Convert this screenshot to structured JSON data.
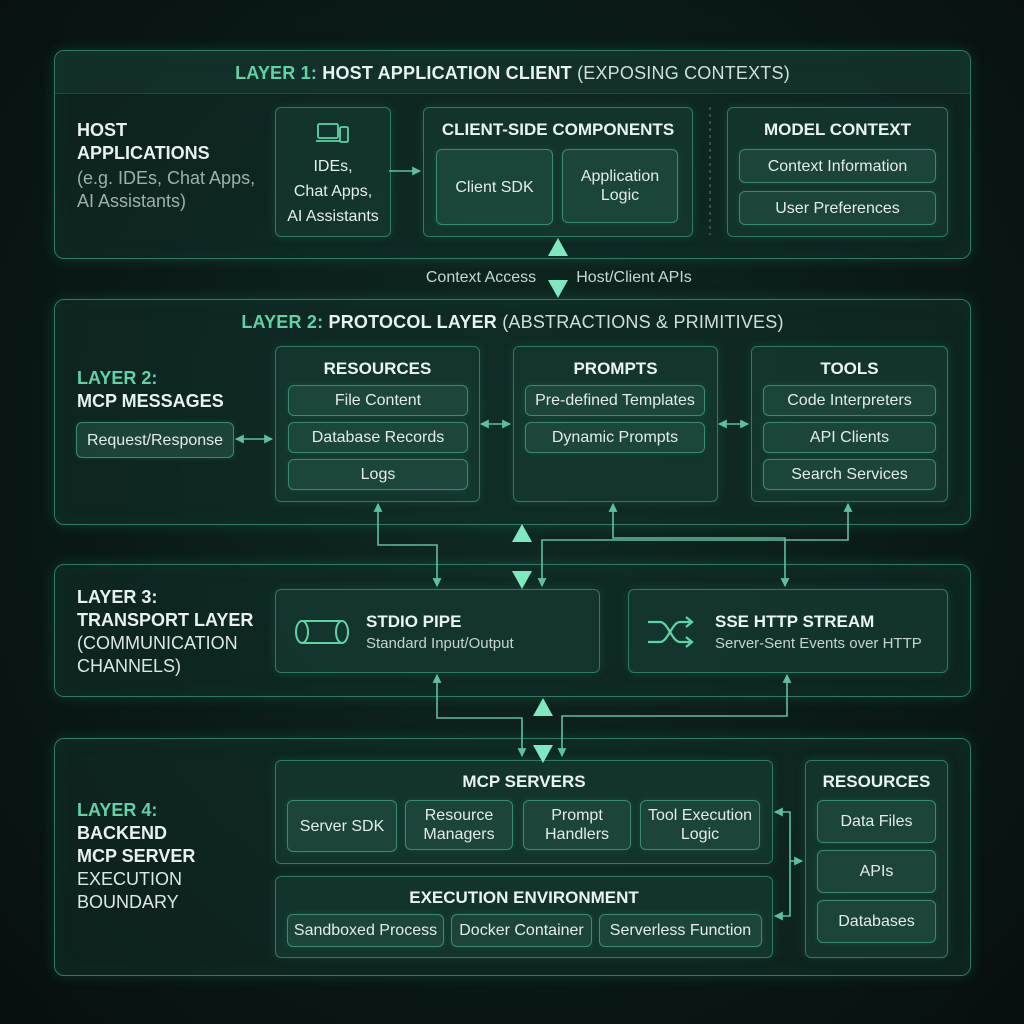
{
  "layer1": {
    "title_prefix": "LAYER 1:",
    "title_main": "HOST APPLICATION CLIENT",
    "title_suffix": "(EXPOSING CONTEXTS)",
    "side_label": [
      "HOST",
      "APPLICATIONS"
    ],
    "side_desc": [
      "(e.g. IDEs, Chat Apps,",
      "AI Assistants)"
    ],
    "apps_box": [
      "IDEs,",
      "Chat Apps,",
      "AI Assistants"
    ],
    "client_components": {
      "title": "CLIENT-SIDE COMPONENTS",
      "items": [
        "Client SDK",
        "Application Logic"
      ]
    },
    "model_context": {
      "title": "MODEL CONTEXT",
      "items": [
        "Context Information",
        "User Preferences"
      ]
    }
  },
  "connector12": {
    "left": "Context Access",
    "right": "Host/Client APIs"
  },
  "layer2": {
    "title_prefix": "LAYER 2:",
    "title_main": "PROTOCOL LAYER",
    "title_suffix": "(ABSTRACTIONS & PRIMITIVES)",
    "side_label": [
      "LAYER 2:",
      "MCP MESSAGES"
    ],
    "request_response": "Request/Response",
    "resources": {
      "title": "RESOURCES",
      "items": [
        "File Content",
        "Database Records",
        "Logs"
      ]
    },
    "prompts": {
      "title": "PROMPTS",
      "items": [
        "Pre-defined Templates",
        "Dynamic Prompts"
      ]
    },
    "tools": {
      "title": "TOOLS",
      "items": [
        "Code Interpreters",
        "API Clients",
        "Search Services"
      ]
    }
  },
  "layer3": {
    "side_label": [
      "LAYER 3:",
      "TRANSPORT LAYER"
    ],
    "side_desc": [
      "(COMMUNICATION",
      "CHANNELS)"
    ],
    "stdio": {
      "title": "STDIO PIPE",
      "sub": "Standard Input/Output"
    },
    "sse": {
      "title": "SSE HTTP STREAM",
      "sub": "Server-Sent Events over HTTP"
    }
  },
  "layer4": {
    "side_label": [
      "LAYER 4:",
      "BACKEND",
      "MCP SERVER"
    ],
    "side_desc": [
      "EXECUTION",
      "BOUNDARY"
    ],
    "mcp_servers": {
      "title": "MCP SERVERS",
      "items": [
        "Server SDK",
        "Resource Managers",
        "Prompt Handlers",
        "Tool Execution Logic"
      ]
    },
    "execution_env": {
      "title": "EXECUTION ENVIRONMENT",
      "items": [
        "Sandboxed Process",
        "Docker Container",
        "Serverless Function"
      ]
    },
    "resources": {
      "title": "RESOURCES",
      "items": [
        "Data Files",
        "APIs",
        "Databases"
      ]
    }
  },
  "colors": {
    "accent": "#5fd3a6",
    "border": "#2f7a63",
    "background": "#0a1a17"
  }
}
